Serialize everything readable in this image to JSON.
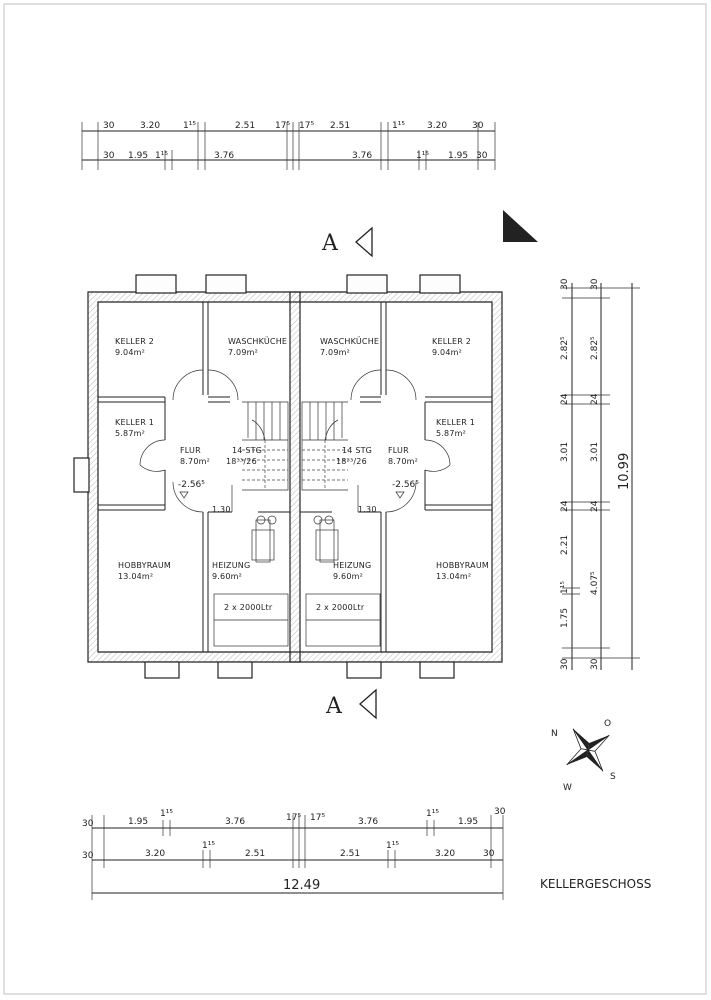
{
  "title": "KELLERGESCHOSS",
  "section_markers": {
    "top": "A",
    "bottom": "A"
  },
  "compass": {
    "n": "N",
    "o": "O",
    "s": "S",
    "w": "W"
  },
  "rooms": {
    "left": {
      "keller2": {
        "name": "KELLER 2",
        "area": "9.04m²"
      },
      "waschkueche": {
        "name": "WASCHKÜCHE",
        "area": "7.09m²"
      },
      "keller1": {
        "name": "KELLER 1",
        "area": "5.87m²"
      },
      "flur": {
        "name": "FLUR",
        "area": "8.70m²",
        "level": "-2.56⁵"
      },
      "stairs": {
        "line1": "14 STG",
        "line2": "18³³/26"
      },
      "hobbyraum": {
        "name": "HOBBYRAUM",
        "area": "13.04m²"
      },
      "heizung": {
        "name": "HEIZUNG",
        "area": "9.60m²"
      },
      "tank": {
        "label": "2 x 2000Ltr"
      },
      "door_width": "1.30"
    },
    "right": {
      "keller2": {
        "name": "KELLER 2",
        "area": "9.04m²"
      },
      "waschkueche": {
        "name": "WASCHKÜCHE",
        "area": "7.09m²"
      },
      "keller1": {
        "name": "KELLER 1",
        "area": "5.87m²"
      },
      "flur": {
        "name": "FLUR",
        "area": "8.70m²",
        "level": "-2.56⁵"
      },
      "stairs": {
        "line1": "14 STG",
        "line2": "18³³/26"
      },
      "hobbyraum": {
        "name": "HOBBYRAUM",
        "area": "13.04m²"
      },
      "heizung": {
        "name": "HEIZUNG",
        "area": "9.60m²"
      },
      "tank": {
        "label": "2 x 2000Ltr"
      },
      "door_width": "1.30"
    }
  },
  "dims_top": {
    "row1": [
      "30",
      "3.20",
      "1¹⁵",
      "2.51",
      "17⁵",
      "17⁵",
      "2.51",
      "1¹⁵",
      "3.20",
      "30"
    ],
    "row2": [
      "30",
      "1.95",
      "1¹⁵",
      "3.76",
      "3.76",
      "1¹⁵",
      "1.95",
      "30"
    ]
  },
  "dims_bottom": {
    "row1": [
      "30",
      "1.95",
      "1¹⁵",
      "3.76",
      "17⁵",
      "17⁵",
      "3.76",
      "1¹⁵",
      "1.95",
      "30"
    ],
    "row2": [
      "30",
      "3.20",
      "1¹⁵",
      "2.51",
      "2.51",
      "1¹⁵",
      "3.20",
      "30"
    ],
    "total": "12.49"
  },
  "dims_right": {
    "col1": [
      "30",
      "2.82⁵",
      "24",
      "3.01",
      "24",
      "2.21",
      "1¹⁵",
      "1.75",
      "30"
    ],
    "col2": [
      "30",
      "2.82⁵",
      "24",
      "3.01",
      "24",
      "4.07⁵",
      "30"
    ],
    "total": "10.99"
  }
}
